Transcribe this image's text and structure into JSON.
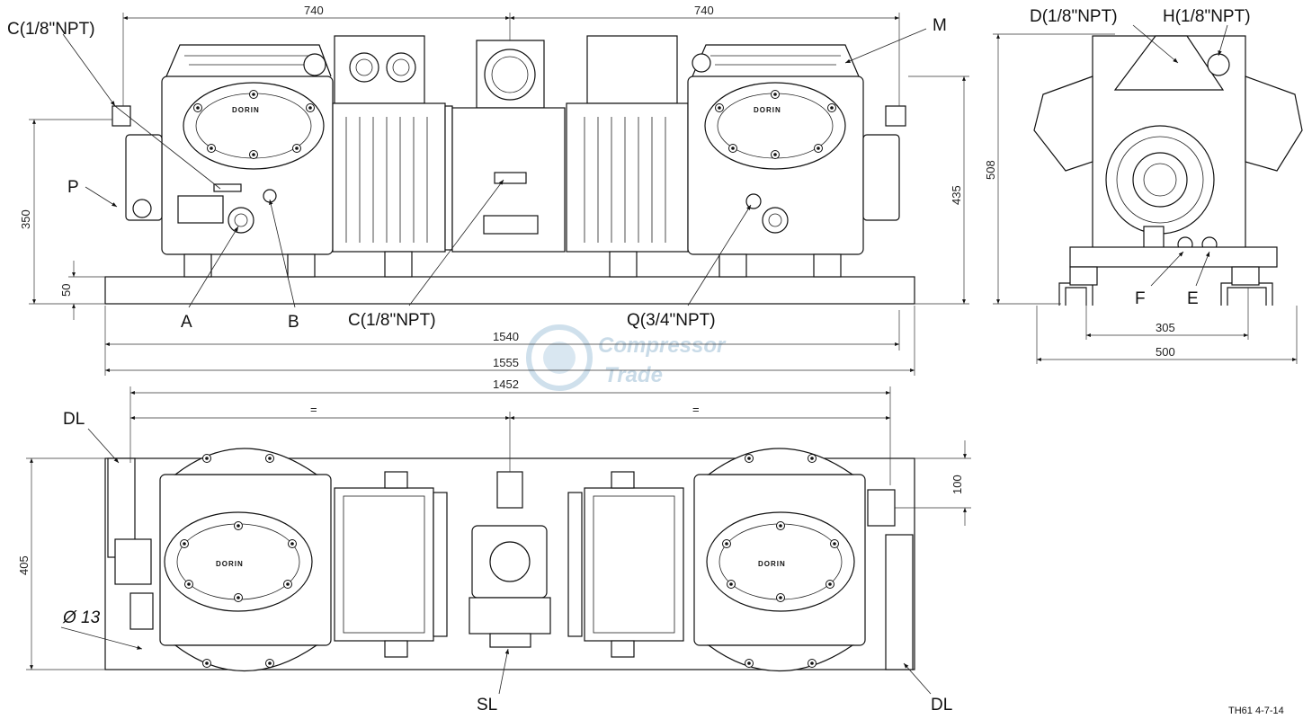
{
  "labels": {
    "c_left": "C(1/8\"NPT)",
    "c_center": "C(1/8\"NPT)",
    "q": "Q(3/4\"NPT)",
    "d": "D(1/8\"NPT)",
    "h": "H(1/8\"NPT)",
    "m": "M",
    "p": "P",
    "a": "A",
    "b": "B",
    "f": "F",
    "e": "E",
    "dl_top": "DL",
    "dl_bottom": "DL",
    "sl": "SL",
    "dia13": "Ø 13",
    "ref": "TH61 4-7-14"
  },
  "dimensions": {
    "d740_left": "740",
    "d740_right": "740",
    "d350": "350",
    "d50": "50",
    "d435": "435",
    "d508": "508",
    "d1540": "1540",
    "d1555": "1555",
    "d1452": "1452",
    "eq_left": "=",
    "eq_right": "=",
    "d305": "305",
    "d500": "500",
    "d405": "405",
    "d100": "100"
  },
  "brand": {
    "head_logo": "DORIN"
  },
  "watermark": {
    "line1": "Compressor",
    "line2": "Trade"
  }
}
